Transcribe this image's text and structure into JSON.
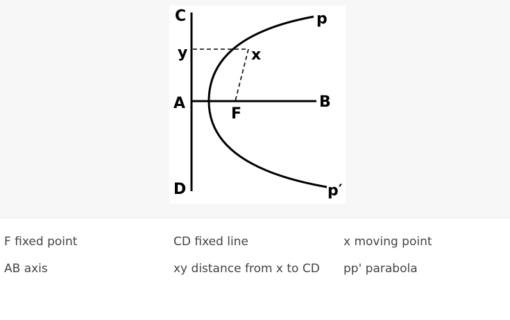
{
  "diagram": {
    "labels": {
      "C": "C",
      "D": "D",
      "A": "A",
      "B": "B",
      "y": "y",
      "x": "x",
      "F": "F",
      "p": "p",
      "p_prime": "p′"
    }
  },
  "legend": [
    {
      "text": "F fixed point"
    },
    {
      "text": "CD fixed line"
    },
    {
      "text": "x moving point"
    },
    {
      "text": "AB axis"
    },
    {
      "text": "xy distance from x to CD"
    },
    {
      "text": "pp' parabola"
    }
  ]
}
